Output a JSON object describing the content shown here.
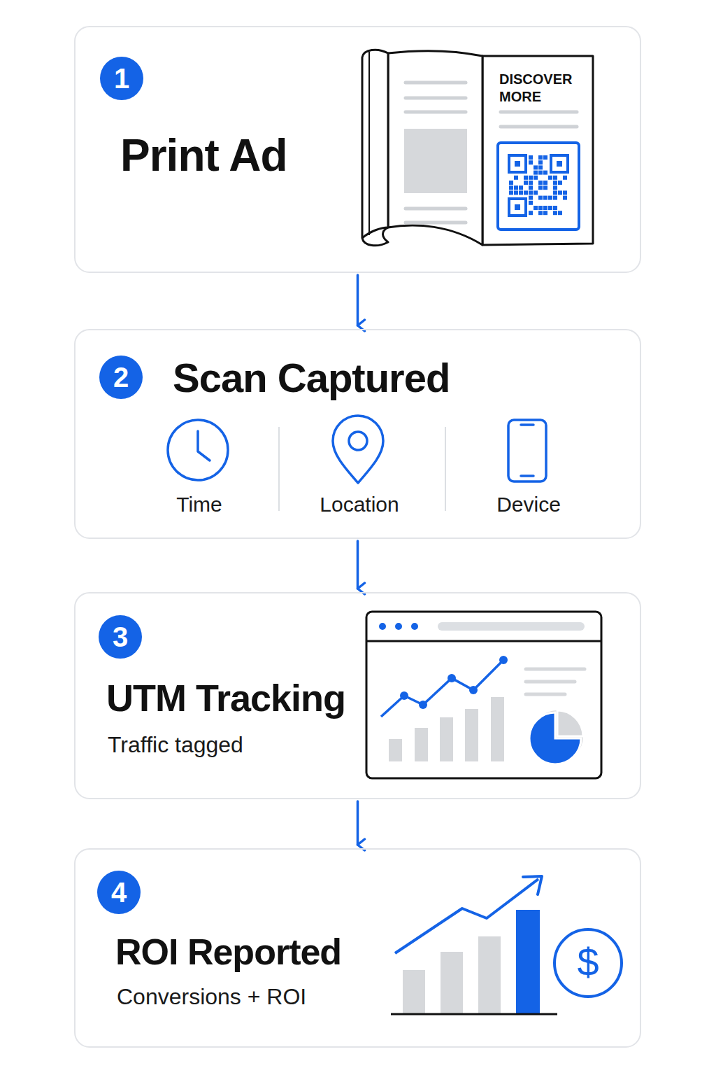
{
  "diagram": {
    "nodes": [
      {
        "text": [
          "1",
          "Print Ad"
        ]
      },
      {
        "text": [
          "2",
          "Scan Captured",
          "Time",
          "Location",
          "Device"
        ]
      },
      {
        "text": [
          "3",
          "UTM Tracking",
          "Traffic tagged"
        ]
      },
      {
        "text": [
          "4",
          "ROI Reported",
          "Conversions + ROI"
        ]
      }
    ],
    "edges": [
      {
        "from": 0,
        "to": 1,
        "arrow": "to"
      },
      {
        "from": 1,
        "to": 2,
        "arrow": "to"
      },
      {
        "from": 2,
        "to": 3,
        "arrow": "to"
      }
    ],
    "labels": [
      "DISCOVER MORE",
      "$"
    ]
  }
}
